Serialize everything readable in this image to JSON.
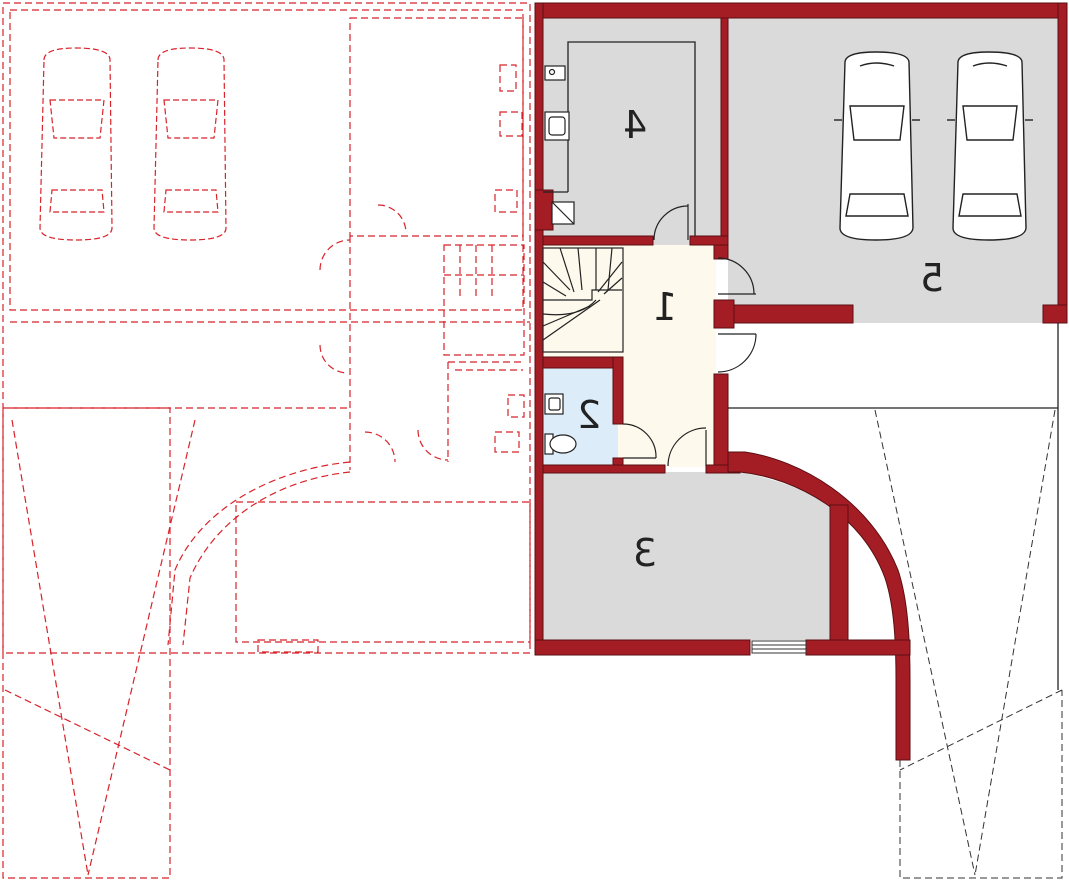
{
  "colors": {
    "wall": "#a51d24",
    "wall_outline": "#5a0e12",
    "room_grey": "#dadada",
    "hall": "#fdf9ec",
    "wc": "#dcecf8",
    "ghost": "#d8232a",
    "ink": "#222222"
  },
  "rooms": [
    {
      "label": "1",
      "fill": "hall"
    },
    {
      "label": "2",
      "fill": "wc"
    },
    {
      "label": "3",
      "fill": "room_grey"
    },
    {
      "label": "4",
      "fill": "room_grey"
    },
    {
      "label": "5",
      "fill": "room_grey"
    }
  ],
  "icons": [
    "car-icon",
    "washbasin-icon",
    "toilet-icon",
    "stair-icon",
    "door-swing-icon",
    "window-icon"
  ]
}
